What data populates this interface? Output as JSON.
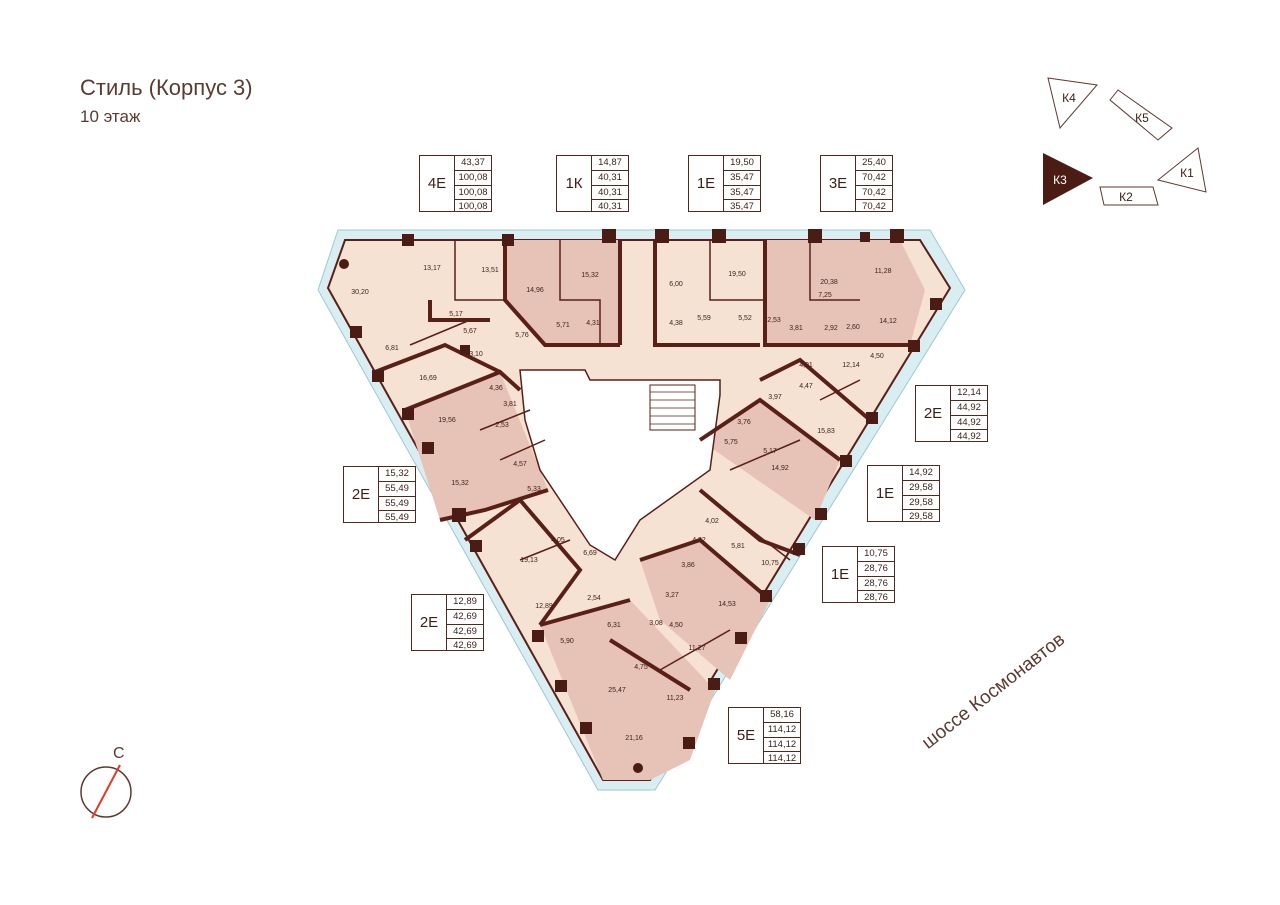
{
  "header": {
    "title": "Стиль (Корпус 3)",
    "floor": "10 этаж"
  },
  "buildings": [
    {
      "label": "К4",
      "active": false
    },
    {
      "label": "К5",
      "active": false
    },
    {
      "label": "К3",
      "active": true
    },
    {
      "label": "К1",
      "active": false
    },
    {
      "label": "К2",
      "active": false
    }
  ],
  "apartments": [
    {
      "code": "4Е",
      "values": [
        "43,37",
        "100,08",
        "100,08",
        "100,08"
      ]
    },
    {
      "code": "1К",
      "values": [
        "14,87",
        "40,31",
        "40,31",
        "40,31"
      ]
    },
    {
      "code": "1Е",
      "values": [
        "19,50",
        "35,47",
        "35,47",
        "35,47"
      ]
    },
    {
      "code": "3Е",
      "values": [
        "25,40",
        "70,42",
        "70,42",
        "70,42"
      ]
    },
    {
      "code": "2Е",
      "values": [
        "12,14",
        "44,92",
        "44,92",
        "44,92"
      ]
    },
    {
      "code": "1Е",
      "values": [
        "14,92",
        "29,58",
        "29,58",
        "29,58"
      ]
    },
    {
      "code": "1Е",
      "values": [
        "10,75",
        "28,76",
        "28,76",
        "28,76"
      ]
    },
    {
      "code": "5Е",
      "values": [
        "58,16",
        "114,12",
        "114,12",
        "114,12"
      ]
    },
    {
      "code": "2Е",
      "values": [
        "15,32",
        "55,49",
        "55,49",
        "55,49"
      ]
    },
    {
      "code": "2Е",
      "values": [
        "12,89",
        "42,69",
        "42,69",
        "42,69"
      ]
    }
  ],
  "room_areas": [
    "30,20",
    "13,17",
    "13,51",
    "14,96",
    "15,32",
    "5,17",
    "5,67",
    "5,76",
    "5,71",
    "4,31",
    "6,81",
    "3,10",
    "16,69",
    "4,36",
    "3,81",
    "19,56",
    "2,53",
    "4,57",
    "15,32",
    "5,33",
    "4,05",
    "19,13",
    "6,69",
    "12,89",
    "2,54",
    "6,31",
    "5,90",
    "25,47",
    "4,75",
    "11,27",
    "11,23",
    "21,16",
    "3,08",
    "4,50",
    "3,27",
    "14,53",
    "3,86",
    "4,32",
    "4,02",
    "5,81",
    "10,75",
    "14,92",
    "5,17",
    "5,75",
    "3,76",
    "15,83",
    "3,97",
    "4,47",
    "4,01",
    "12,14",
    "4,50",
    "6,00",
    "4,38",
    "5,59",
    "19,50",
    "5,52",
    "2,53",
    "20,38",
    "7,25",
    "3,81",
    "2,92",
    "2,60",
    "11,28",
    "14,12"
  ],
  "street": "шоссе Космонавтов",
  "compass": {
    "north_label": "С"
  },
  "colors": {
    "wall": "#5a1f16",
    "room_light": "#f6e2d3",
    "room_dark": "#e7c2b6",
    "window": "#bfe1e8",
    "accent": "#4a1c14"
  }
}
